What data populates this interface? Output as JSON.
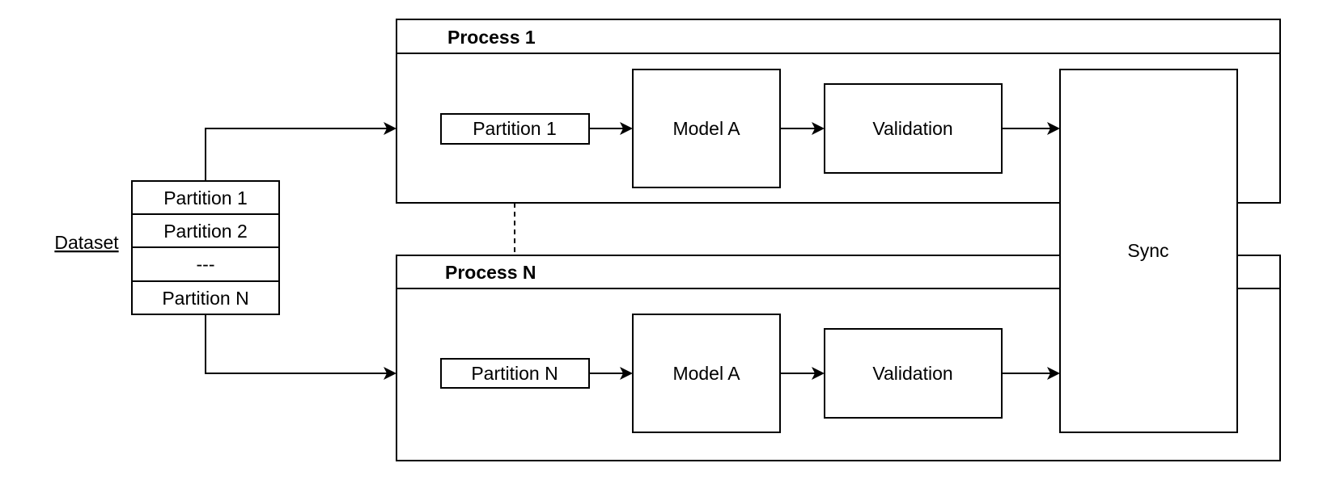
{
  "dataset": {
    "label": "Dataset",
    "partitions": [
      "Partition 1",
      "Partition 2",
      "---",
      "Partition N"
    ]
  },
  "process1": {
    "title": "Process 1",
    "partition": "Partition 1",
    "model": "Model A",
    "validation": "Validation"
  },
  "processN": {
    "title": "Process N",
    "partition": "Partition N",
    "model": "Model A",
    "validation": "Validation"
  },
  "sync": {
    "label": "Sync"
  }
}
